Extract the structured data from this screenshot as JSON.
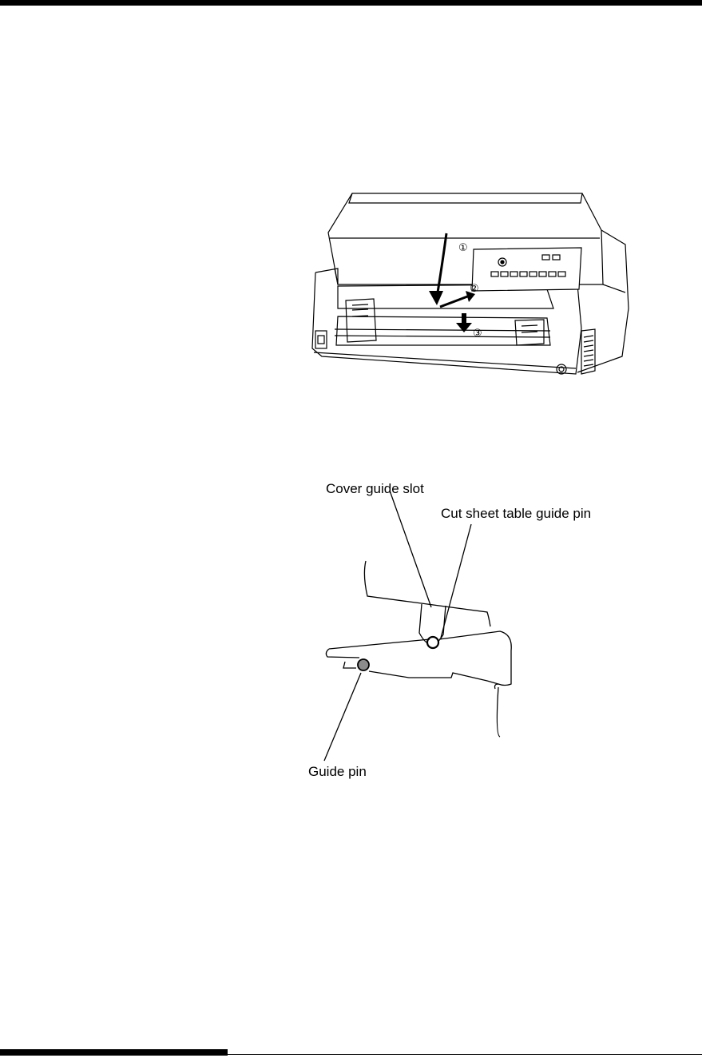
{
  "figure1": {
    "markers": [
      "①",
      "②",
      "③"
    ]
  },
  "figure2": {
    "labels": {
      "cover_guide_slot": "Cover guide slot",
      "cut_sheet_table_guide_pin": "Cut sheet table guide pin",
      "guide_pin": "Guide pin"
    }
  },
  "colors": {
    "rule": "#000000",
    "pin_fill": "#8c8c8c"
  }
}
